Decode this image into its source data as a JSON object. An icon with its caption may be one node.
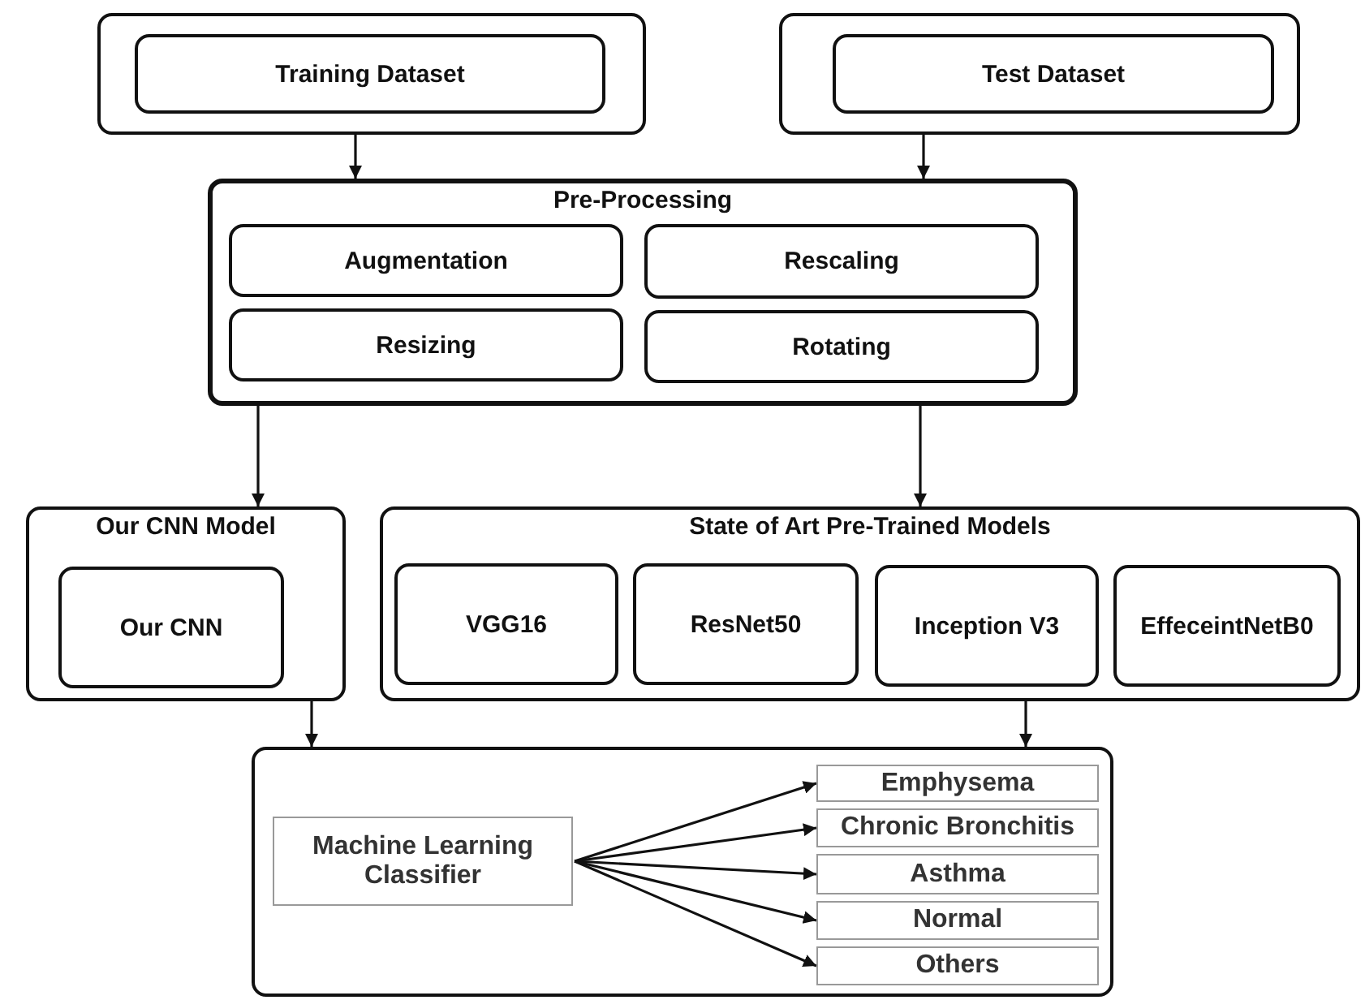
{
  "diagram": {
    "nodes": [
      {
        "text": [],
        "shape": "box"
      },
      {
        "text": [
          "Training Dataset"
        ],
        "in": 0
      },
      {
        "text": [],
        "shape": "box"
      },
      {
        "text": [
          "Test Dataset"
        ],
        "in": 2
      },
      {
        "text": [
          "Pre-Processing"
        ]
      },
      {
        "text": [
          "Augmentation"
        ],
        "in": 4
      },
      {
        "text": [
          "Rescaling"
        ],
        "in": 4
      },
      {
        "text": [
          "Resizing"
        ],
        "in": 4
      },
      {
        "text": [
          "Rotating"
        ],
        "in": 4
      },
      {
        "text": [
          "Our CNN Model"
        ]
      },
      {
        "text": [
          "Our CNN"
        ],
        "in": 9
      },
      {
        "text": [
          "State of Art Pre-Trained Models"
        ]
      },
      {
        "text": [
          "VGG16"
        ],
        "in": 11
      },
      {
        "text": [
          "ResNet50"
        ],
        "in": 11
      },
      {
        "text": [
          "Inception V3"
        ],
        "in": 11
      },
      {
        "text": [
          "EffeceintNetB0"
        ],
        "in": 11
      },
      {
        "text": [],
        "shape": "box"
      },
      {
        "text": [
          "Machine Learning Classifier"
        ],
        "in": 16
      },
      {
        "text": [
          "Emphysema"
        ],
        "in": 16
      },
      {
        "text": [
          "Chronic Bronchitis"
        ],
        "in": 16
      },
      {
        "text": [
          "Asthma"
        ],
        "in": 16
      },
      {
        "text": [
          "Normal"
        ],
        "in": 16
      },
      {
        "text": [
          "Others"
        ],
        "in": 16
      }
    ],
    "edges": [
      {
        "from": 0,
        "to": 4,
        "arrow": "to"
      },
      {
        "from": 2,
        "to": 4,
        "arrow": "to"
      },
      {
        "from": 4,
        "to": 9,
        "arrow": "to"
      },
      {
        "from": 4,
        "to": 11,
        "arrow": "to"
      },
      {
        "from": 9,
        "to": 16,
        "arrow": "to"
      },
      {
        "from": 11,
        "to": 16,
        "arrow": "to"
      },
      {
        "from": 17,
        "to": 18,
        "arrow": "to"
      },
      {
        "from": 17,
        "to": 19,
        "arrow": "to"
      },
      {
        "from": 17,
        "to": 20,
        "arrow": "to"
      },
      {
        "from": 17,
        "to": 21,
        "arrow": "to"
      },
      {
        "from": 17,
        "to": 22,
        "arrow": "to"
      }
    ]
  }
}
